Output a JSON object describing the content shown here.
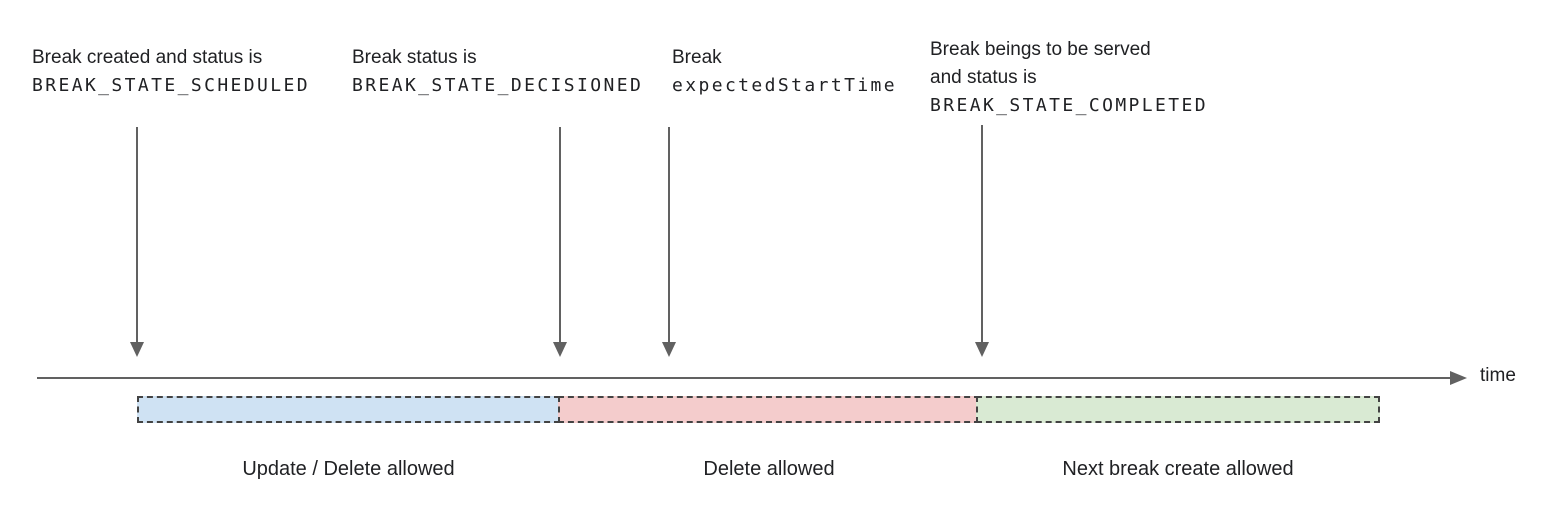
{
  "annotations": {
    "scheduled": {
      "line1": "Break created and status is",
      "code": "BREAK_STATE_SCHEDULED"
    },
    "decisioned": {
      "line1": "Break status is",
      "code": "BREAK_STATE_DECISIONED"
    },
    "expected_start": {
      "line1": "Break",
      "code": "expectedStartTime"
    },
    "completed": {
      "line1": "Break beings to be served",
      "line2": "and status is",
      "code": "BREAK_STATE_COMPLETED"
    }
  },
  "timeline": {
    "axis_label": "time"
  },
  "segments": {
    "update_delete": {
      "label": "Update / Delete allowed",
      "fill": "#cfe2f3"
    },
    "delete_only": {
      "label": "Delete allowed",
      "fill": "#f4cccc"
    },
    "next_create": {
      "label": "Next break create allowed",
      "fill": "#d9ead3"
    }
  },
  "colors": {
    "arrow": "#616161",
    "segment_border": "#434343",
    "text": "#202124"
  }
}
